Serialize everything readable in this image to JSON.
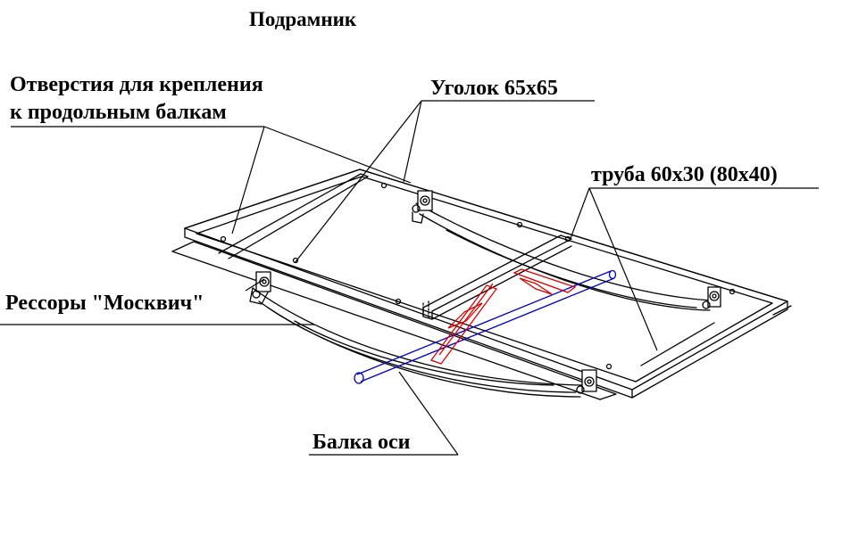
{
  "title": "Подрамник",
  "labels": {
    "holes_line1": "Отверстия для крепления",
    "holes_line2": "к продольным балкам",
    "angle": "Уголок 65х65",
    "tube": "труба 60х30 (80х40)",
    "springs": "Рессоры \"Москвич\"",
    "axle": "Балка оси"
  },
  "colors": {
    "line": "#000000",
    "axle": "#0000cc",
    "bracket": "#dd0000",
    "background": "#ffffff"
  }
}
